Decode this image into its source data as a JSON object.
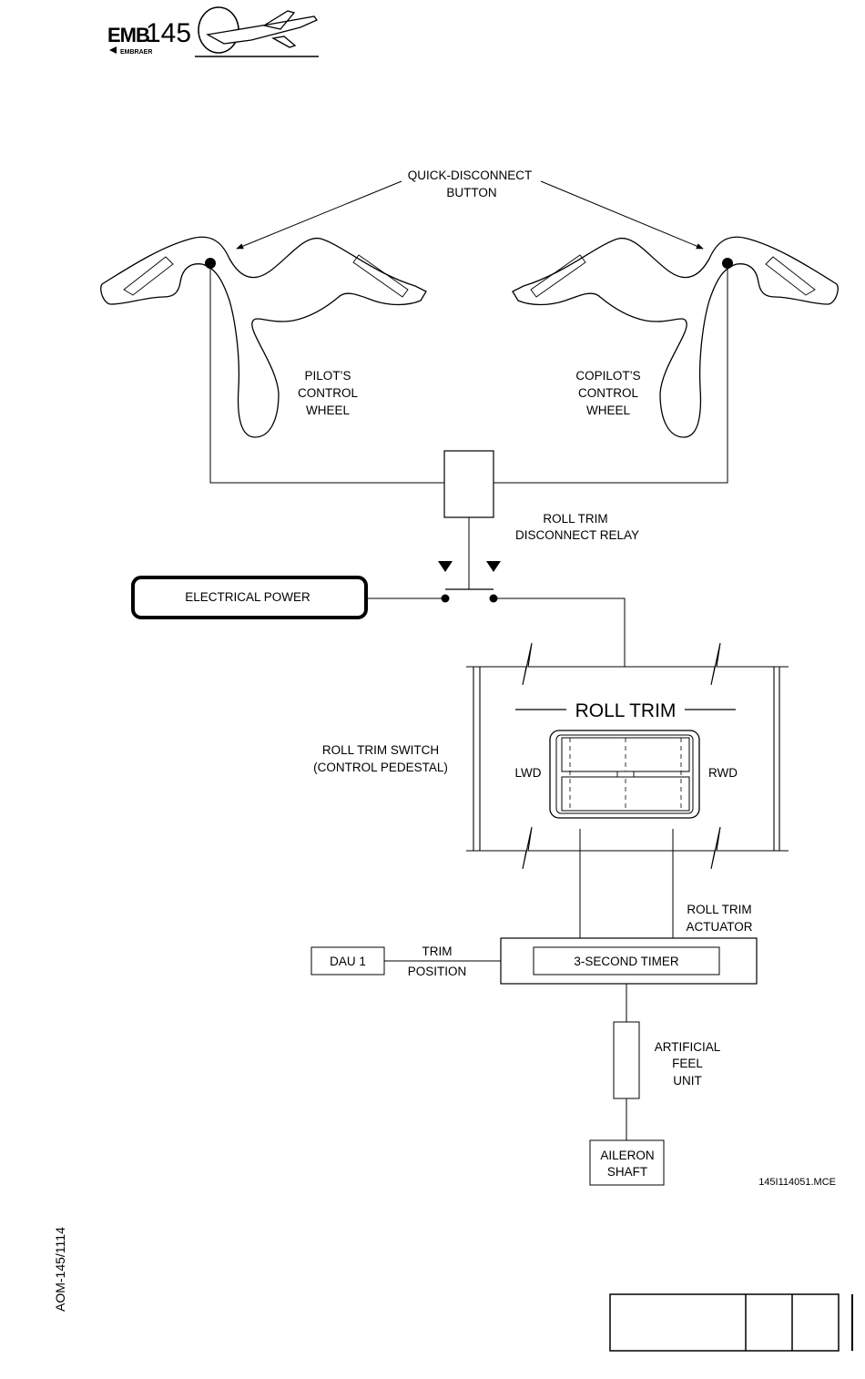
{
  "header": {
    "logo_model": "EMB",
    "logo_number": "145",
    "logo_brand": "EMBRAER"
  },
  "labels": {
    "quick_disconnect_1": "QUICK-DISCONNECT",
    "quick_disconnect_2": "BUTTON",
    "pilot_1": "PILOT’S",
    "pilot_2": "CONTROL",
    "pilot_3": "WHEEL",
    "copilot_1": "COPILOT’S",
    "copilot_2": "CONTROL",
    "copilot_3": "WHEEL",
    "relay_1": "ROLL TRIM",
    "relay_2": "DISCONNECT RELAY",
    "electrical_power": "ELECTRICAL POWER",
    "roll_trim_title": "ROLL TRIM",
    "switch_1": "ROLL TRIM SWITCH",
    "switch_2": "(CONTROL PEDESTAL)",
    "lwd": "LWD",
    "rwd": "RWD",
    "actuator_1": "ROLL TRIM",
    "actuator_2": "ACTUATOR",
    "dau": "DAU 1",
    "trim_1": "TRIM",
    "trim_2": "POSITION",
    "timer": "3-SECOND TIMER",
    "feel_1": "ARTIFICIAL",
    "feel_2": "FEEL",
    "feel_3": "UNIT",
    "aileron_1": "AILERON",
    "aileron_2": "SHAFT",
    "figure_code": "145I114051.MCE"
  },
  "footer": {
    "doc_code": "AOM-145/1114"
  }
}
